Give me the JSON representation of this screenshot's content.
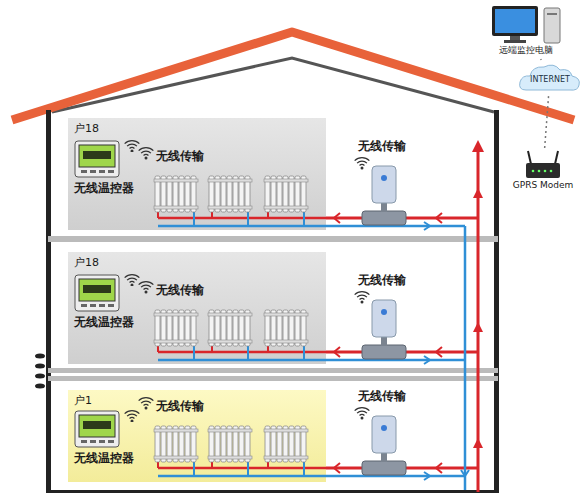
{
  "diagram": {
    "nodes": [
      {
        "text": [
          "户18"
        ]
      },
      {
        "text": [
          "无线温控器"
        ],
        "in": 0
      },
      {
        "text": [
          "户18"
        ]
      },
      {
        "text": [
          "无线温控器"
        ],
        "in": 2
      },
      {
        "text": [
          "户1"
        ]
      },
      {
        "text": [
          "无线温控器"
        ],
        "in": 4
      },
      {
        "text": [
          "GPRS Modem"
        ]
      },
      {
        "text": [
          "INTERNET"
        ]
      },
      {
        "text": [
          "远端监控电脑"
        ]
      }
    ],
    "edges": [
      {
        "from": 6,
        "to": 7,
        "arrow": "none"
      },
      {
        "from": 7,
        "to": 8,
        "arrow": "none"
      }
    ],
    "labels": [
      "无线传输",
      "无线传输",
      "无线传输",
      "无线传输",
      "无线传输",
      "无线传输"
    ]
  }
}
